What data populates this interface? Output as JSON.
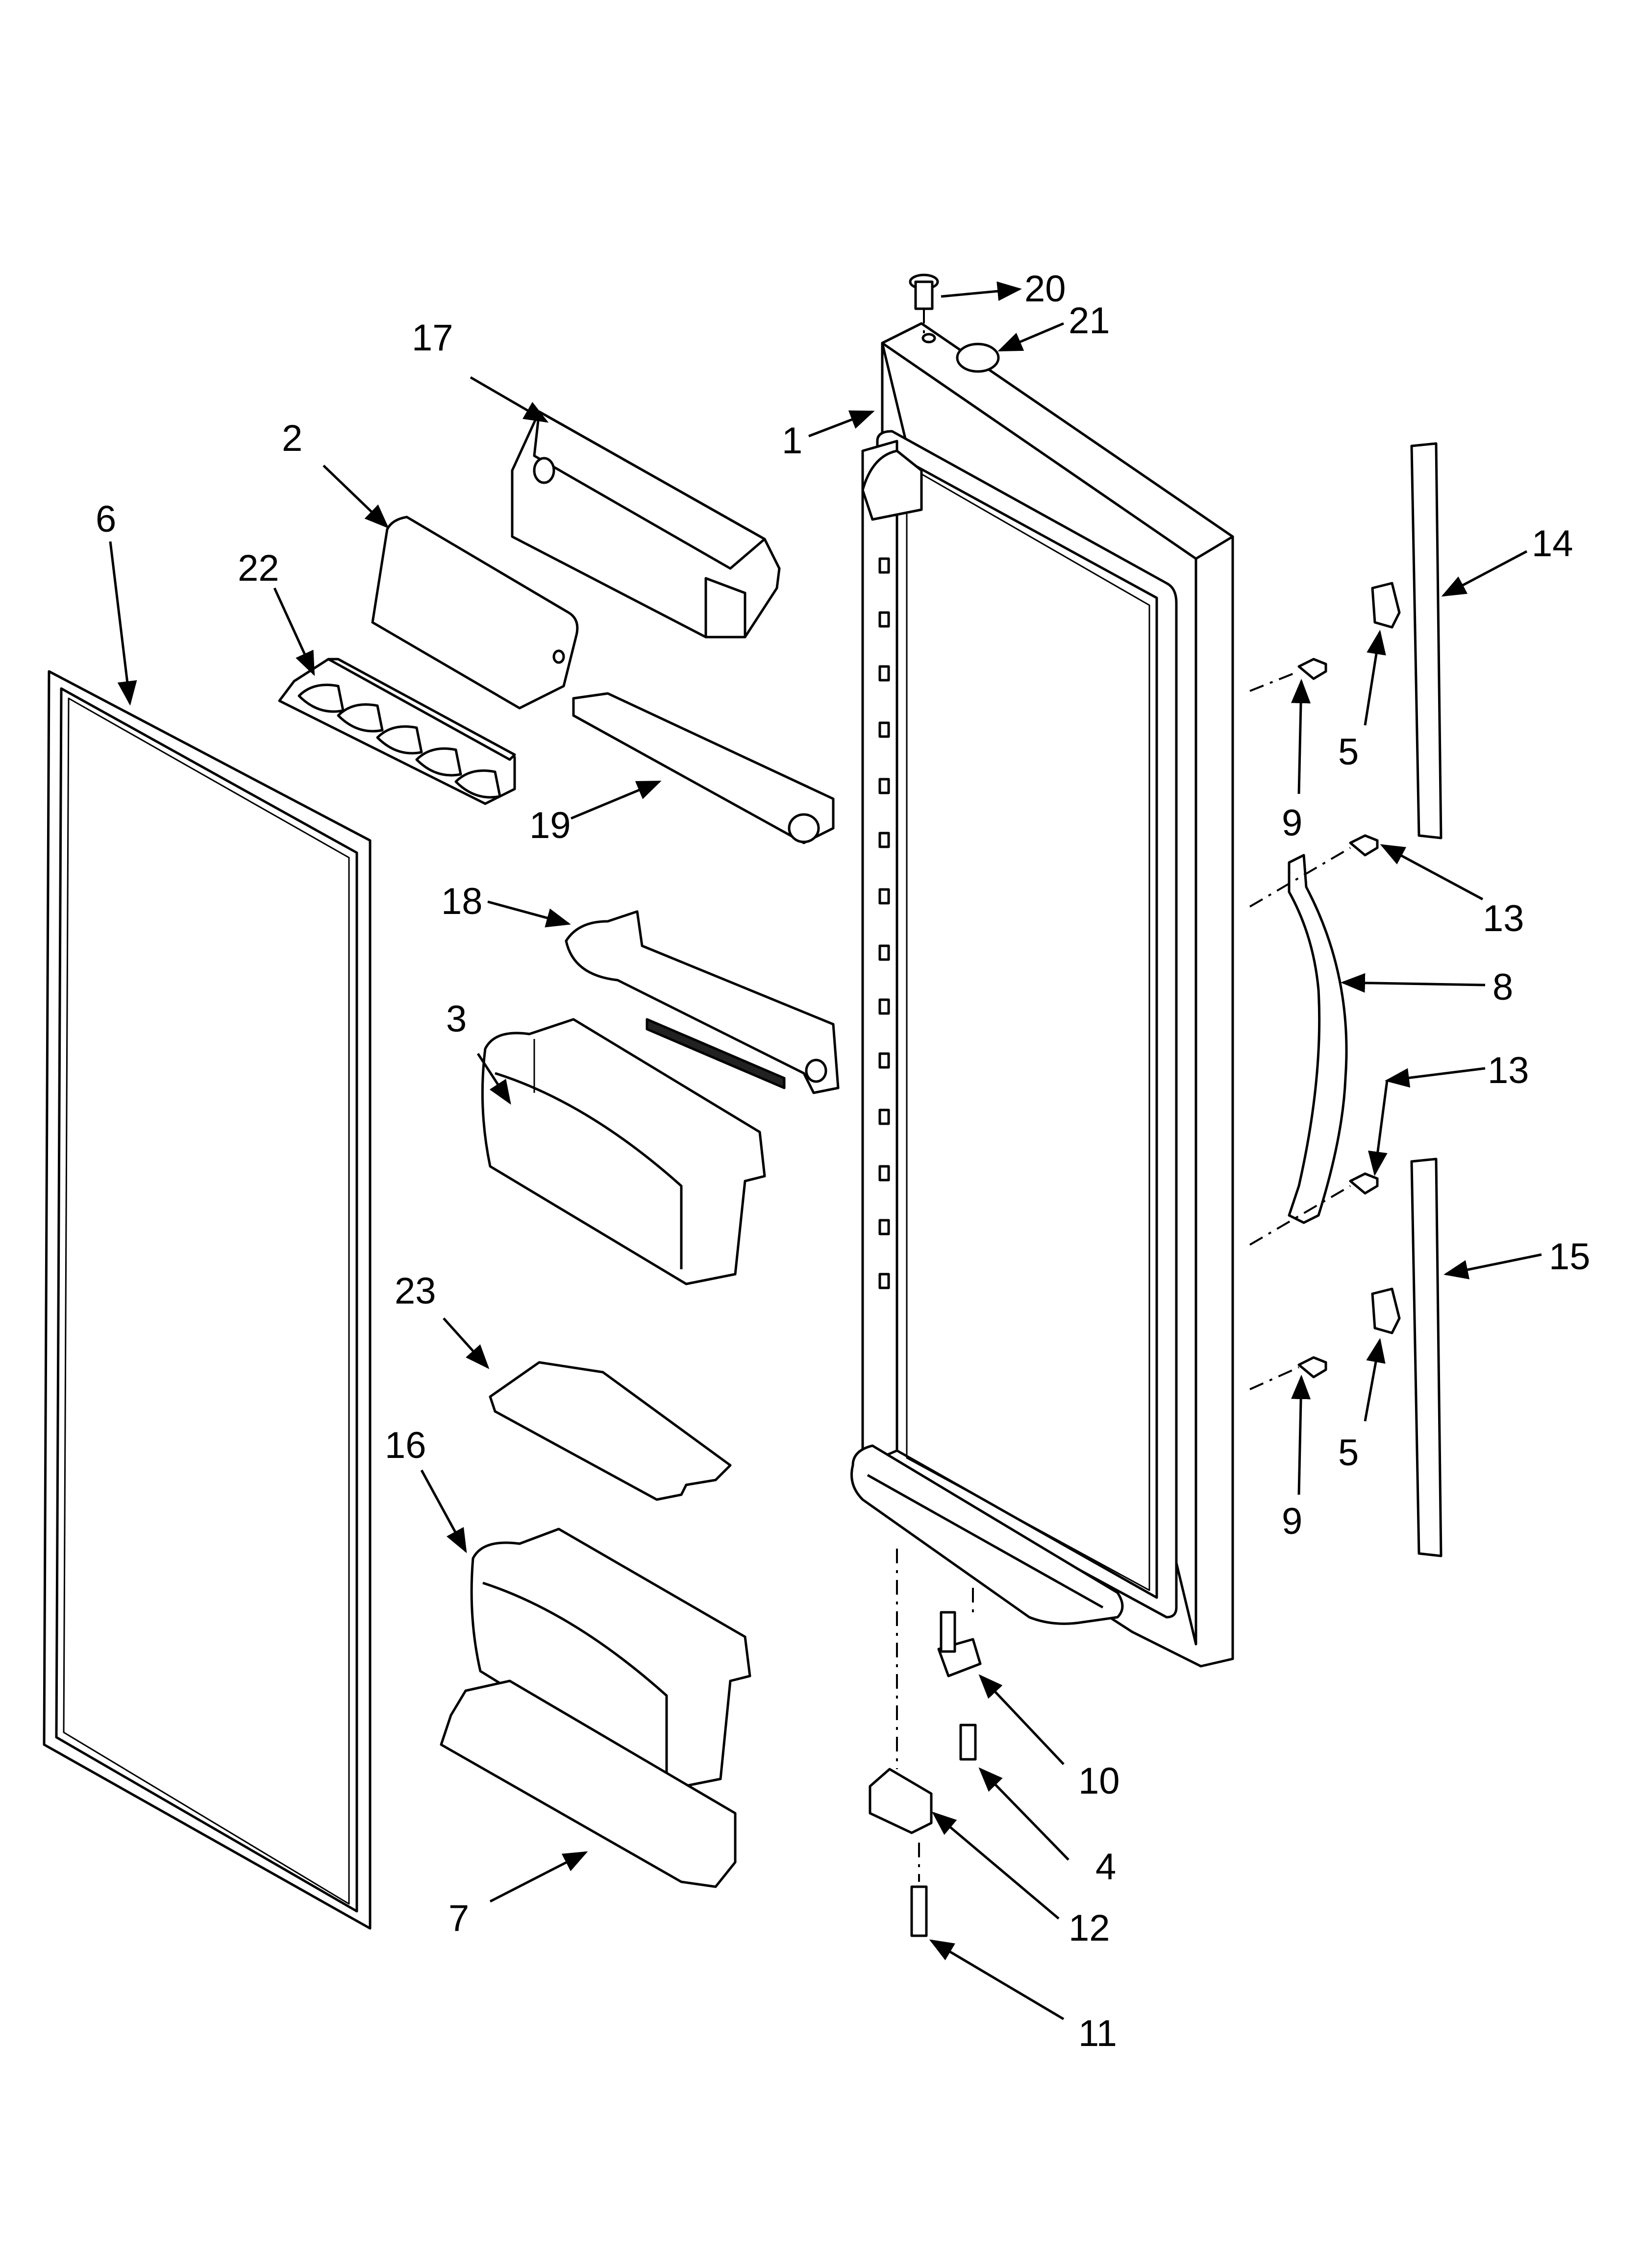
{
  "diagram": {
    "type": "exploded-parts-diagram",
    "callouts": [
      "1",
      "2",
      "3",
      "4",
      "5",
      "5",
      "6",
      "7",
      "8",
      "9",
      "9",
      "10",
      "11",
      "12",
      "13",
      "13",
      "14",
      "15",
      "16",
      "17",
      "18",
      "19",
      "20",
      "21",
      "22",
      "23"
    ]
  }
}
